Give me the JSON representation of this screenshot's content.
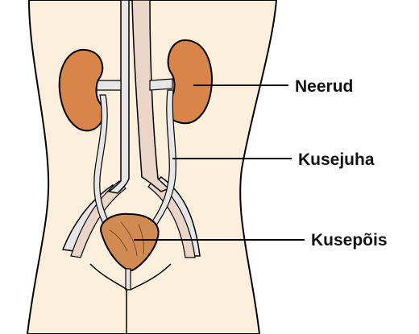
{
  "labels": {
    "kidneys": "Neerud",
    "ureter": "Kusejuha",
    "bladder": "Kusepõis"
  },
  "colors": {
    "skin": "#fcefdc",
    "kidney": "#d98449",
    "bladder": "#d08a52",
    "vessel": "#e6e6e6",
    "ureter": "#ead6c8",
    "outline": "#000000"
  }
}
